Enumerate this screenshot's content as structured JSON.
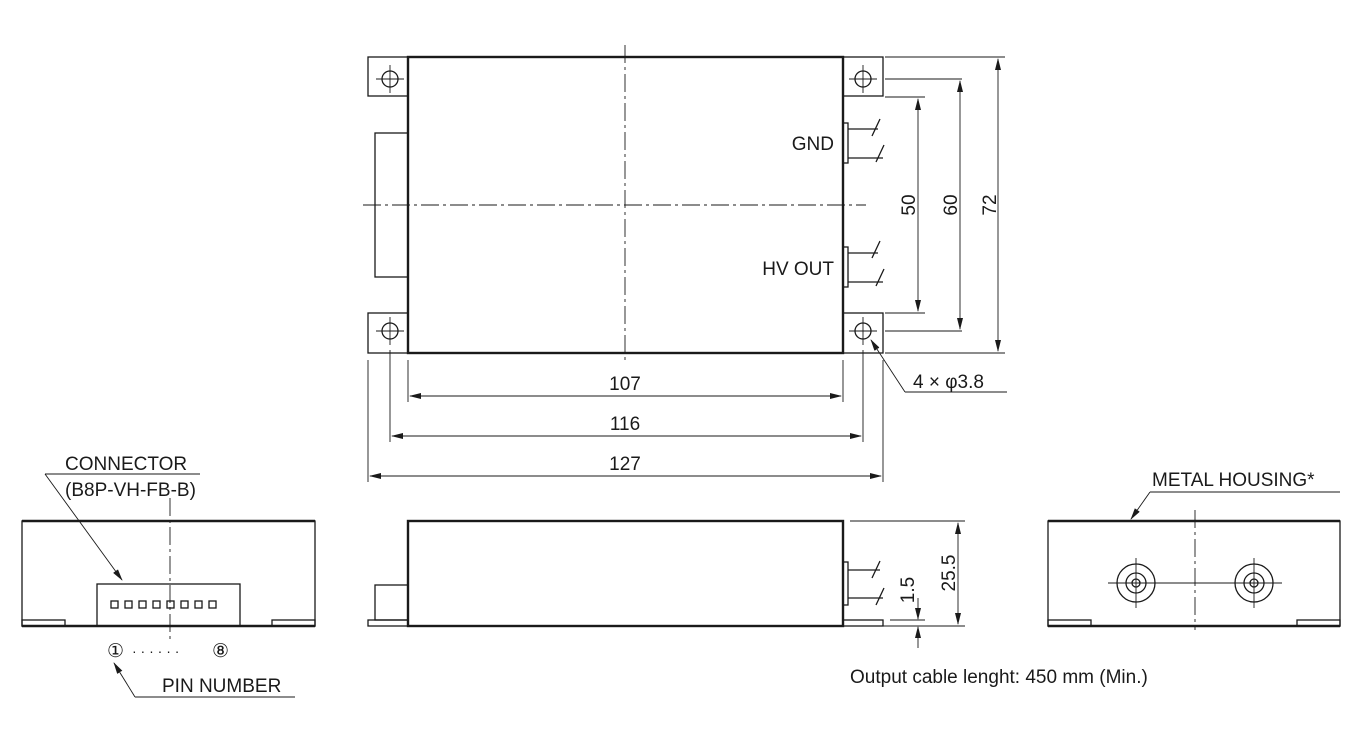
{
  "top_view": {
    "labels": {
      "gnd": "GND",
      "hv_out": "HV OUT"
    },
    "dimensions": {
      "d50": "50",
      "d60": "60",
      "d72": "72",
      "d107": "107",
      "d116": "116",
      "d127": "127",
      "holes": "4 × φ3.8"
    }
  },
  "left_view": {
    "connector_label": "CONNECTOR",
    "connector_part": "(B8P-VH-FB-B)",
    "pin_first": "①",
    "pin_dots": "· · · · · ·",
    "pin_last": "⑧",
    "pin_number_label": "PIN NUMBER"
  },
  "side_view": {
    "dimensions": {
      "height": "25.5",
      "base": "1.5"
    },
    "note": "Output cable lenght: 450 mm (Min.)"
  },
  "right_view": {
    "housing_label": "METAL HOUSING*"
  }
}
